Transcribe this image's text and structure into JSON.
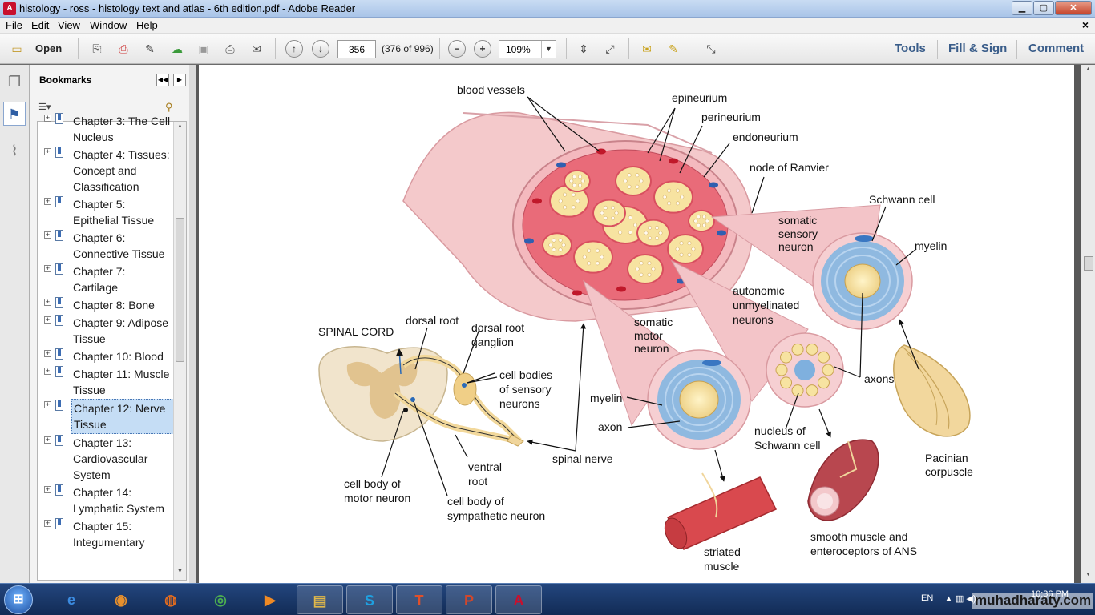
{
  "window": {
    "title": "histology - ross - histology text and atlas - 6th edition.pdf - Adobe Reader",
    "app_icon": "adobe-reader-icon",
    "minimize": "▁",
    "maximize": "▢",
    "close": "✕"
  },
  "menu": {
    "items": [
      "File",
      "Edit",
      "View",
      "Window",
      "Help"
    ],
    "doc_close": "×"
  },
  "toolbar": {
    "open_label": "Open",
    "page_number": "356",
    "page_count": "(376 of 996)",
    "zoom": "109%",
    "zoom_arrow": "▼",
    "pane_links": [
      "Tools",
      "Fill & Sign",
      "Comment"
    ]
  },
  "bookmarks": {
    "title": "Bookmarks",
    "collapse_symbol": "◀◀",
    "expand_symbol": "▶",
    "items": [
      {
        "label": "Chapter 3: The Cell Nucleus",
        "expandable": true,
        "selected": false
      },
      {
        "label": "Chapter 4: Tissues: Concept and Classification",
        "expandable": true,
        "selected": false
      },
      {
        "label": "Chapter 5: Epithelial Tissue",
        "expandable": true,
        "selected": false
      },
      {
        "label": "Chapter 6: Connective Tissue",
        "expandable": true,
        "selected": false
      },
      {
        "label": "Chapter 7: Cartilage",
        "expandable": true,
        "selected": false
      },
      {
        "label": "Chapter 8: Bone",
        "expandable": true,
        "selected": false
      },
      {
        "label": "Chapter 9: Adipose Tissue",
        "expandable": true,
        "selected": false
      },
      {
        "label": "Chapter 10: Blood",
        "expandable": true,
        "selected": false
      },
      {
        "label": "Chapter 11: Muscle Tissue",
        "expandable": true,
        "selected": false
      },
      {
        "label": "Chapter 12: Nerve Tissue",
        "expandable": true,
        "selected": true
      },
      {
        "label": "Chapter 13: Cardiovascular System",
        "expandable": true,
        "selected": false
      },
      {
        "label": "Chapter 14: Lymphatic System",
        "expandable": true,
        "selected": false
      },
      {
        "label": "Chapter 15: Integumentary",
        "expandable": true,
        "selected": false
      }
    ]
  },
  "figure": {
    "labels": {
      "blood_vessels": "blood vessels",
      "epineurium": "epineurium",
      "perineurium": "perineurium",
      "endoneurium": "endoneurium",
      "node_of_ranvier": "node of Ranvier",
      "schwann_cell": "Schwann cell",
      "somatic_sensory_1": "somatic",
      "somatic_sensory_2": "sensory",
      "somatic_sensory_3": "neuron",
      "myelin_right": "myelin",
      "autonomic_1": "autonomic",
      "autonomic_2": "unmyelinated",
      "autonomic_3": "neurons",
      "axons": "axons",
      "spinal_cord": "SPINAL CORD",
      "dorsal_root": "dorsal root",
      "dorsal_root_ganglion_1": "dorsal root",
      "dorsal_root_ganglion_2": "ganglion",
      "cell_bodies_1": "cell bodies",
      "cell_bodies_2": "of sensory",
      "cell_bodies_3": "neurons",
      "somatic_motor_1": "somatic",
      "somatic_motor_2": "motor",
      "somatic_motor_3": "neuron",
      "myelin_left": "myelin",
      "axon": "axon",
      "nucleus_schwann_1": "nucleus of",
      "nucleus_schwann_2": "Schwann cell",
      "spinal_nerve": "spinal nerve",
      "ventral_root_1": "ventral",
      "ventral_root_2": "root",
      "motor_cell_body_1": "cell body of",
      "motor_cell_body_2": "motor neuron",
      "sympathetic_cell_body_1": "cell body of",
      "sympathetic_cell_body_2": "sympathetic neuron",
      "pacinian_1": "Pacinian",
      "pacinian_2": "corpuscle",
      "smooth_muscle_1": "smooth muscle and",
      "smooth_muscle_2": "enteroceptors of ANS",
      "striated_1": "striated",
      "striated_2": "muscle"
    }
  },
  "taskbar": {
    "start_icon": "windows-start-icon",
    "apps": [
      {
        "name": "ie-icon",
        "glyph": "e"
      },
      {
        "name": "media-center-icon",
        "glyph": "◉"
      },
      {
        "name": "firefox-icon",
        "glyph": "◍"
      },
      {
        "name": "chrome-icon",
        "glyph": "◎"
      },
      {
        "name": "media-player-icon",
        "glyph": "▶"
      },
      {
        "name": "explorer-icon",
        "glyph": "▤"
      },
      {
        "name": "skype-icon",
        "glyph": "S"
      },
      {
        "name": "text-app-icon",
        "glyph": "T"
      },
      {
        "name": "powerpoint-icon",
        "glyph": "P"
      },
      {
        "name": "adobe-reader-task-icon",
        "glyph": "A"
      }
    ],
    "language": "EN",
    "tray_icons": "▲ ▥ ◀)",
    "time": "10:36 PM"
  },
  "watermark": "muhadharaty.com",
  "colors": {
    "nerve_pink": "#f2c2c6",
    "fascicle_red": "#d84f5f",
    "axon_yellow": "#f7e3a1",
    "myelin_blue": "#8fb9e0",
    "pane_link_blue": "#3a5d8a"
  }
}
